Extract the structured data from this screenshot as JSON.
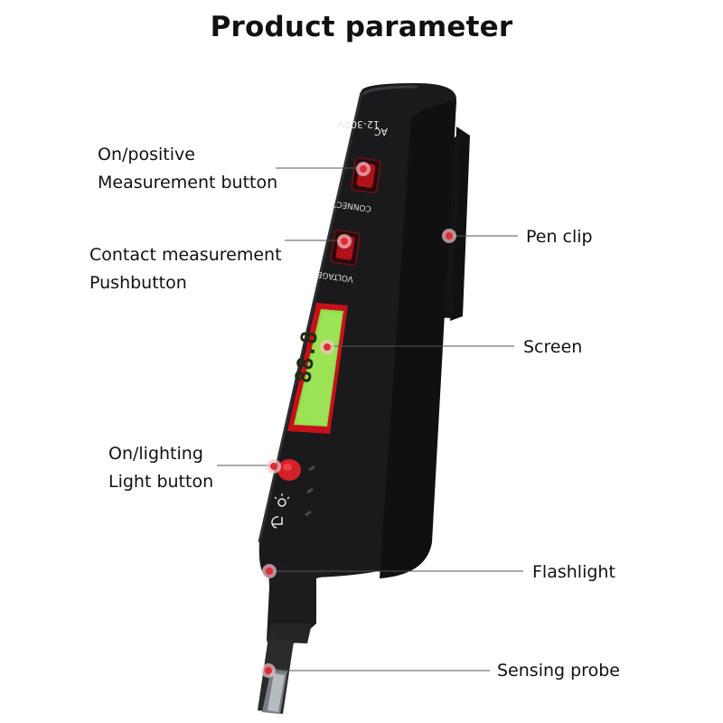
{
  "title": "Product parameter",
  "device": {
    "range_text": "12-300V",
    "mode_text": "AC",
    "button1_text": "CONNECT",
    "button2_text": "VOLTAGE",
    "lcd_digits": "88.8"
  },
  "labels": {
    "on_positive": [
      "On/positive",
      "Measurement button"
    ],
    "contact": [
      "Contact measurement",
      "Pushbutton"
    ],
    "pen_clip": "Pen clip",
    "screen": "Screen",
    "lighting": [
      "On/lighting",
      "Light button"
    ],
    "flashlight": "Flashlight",
    "sensing_probe": "Sensing probe"
  },
  "colors": {
    "body": "#1a1a1c",
    "body_edge": "#3a3a3e",
    "accent_red": "#d3202a",
    "lcd_green": "#8fdc4a",
    "marker": "#e02a34"
  }
}
